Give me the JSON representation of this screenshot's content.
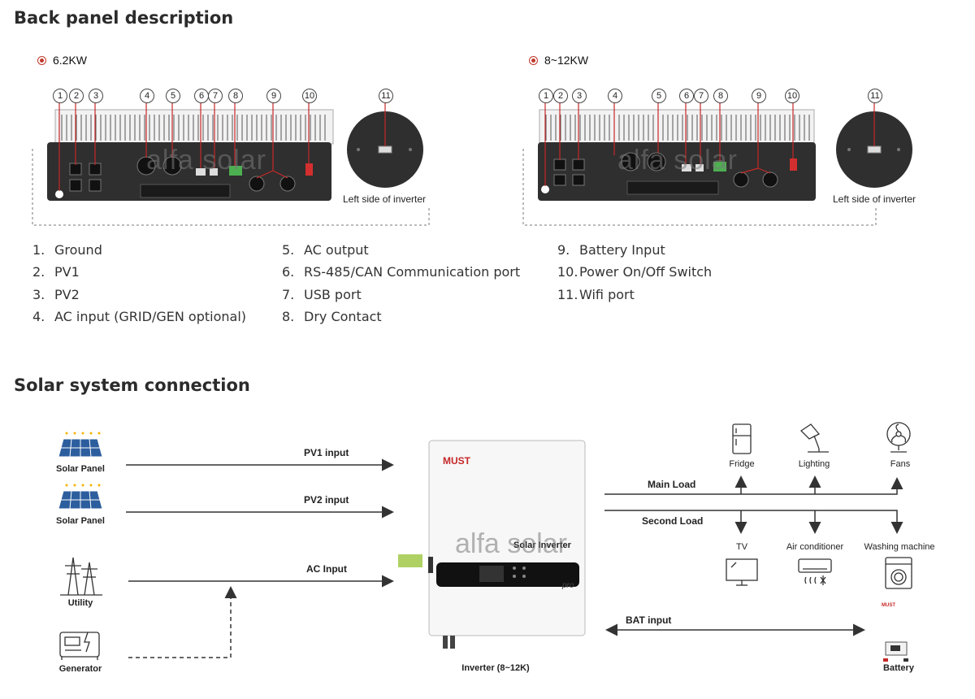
{
  "back_panel": {
    "title": "Back panel description",
    "models": [
      {
        "name": "6.2KW",
        "left_side_label": "Left side of inverter"
      },
      {
        "name": "8~12KW",
        "left_side_label": "Left side of inverter"
      }
    ],
    "callouts": [
      "1",
      "2",
      "3",
      "4",
      "5",
      "6",
      "7",
      "8",
      "9",
      "10",
      "11"
    ],
    "watermark": "alfa solar",
    "descriptions": [
      {
        "num": "1.",
        "label": "Ground"
      },
      {
        "num": "2.",
        "label": "PV1"
      },
      {
        "num": "3.",
        "label": "PV2"
      },
      {
        "num": "4.",
        "label": "AC input (GRID/GEN optional)"
      },
      {
        "num": "5.",
        "label": "AC output"
      },
      {
        "num": "6.",
        "label": "RS-485/CAN Communication port"
      },
      {
        "num": "7.",
        "label": "USB port"
      },
      {
        "num": "8.",
        "label": "Dry Contact"
      },
      {
        "num": "9.",
        "label": "Battery Input"
      },
      {
        "num": "10.",
        "label": "Power On/Off Switch"
      },
      {
        "num": "11.",
        "label": "Wifi port"
      }
    ]
  },
  "connection": {
    "title": "Solar system connection",
    "sources": {
      "solar_panel_1": "Solar Panel",
      "solar_panel_2": "Solar Panel",
      "utility": "Utility",
      "generator": "Generator"
    },
    "inputs": {
      "pv1": "PV1 input",
      "pv2": "PV2 input",
      "ac": "AC Input",
      "bat": "BAT input"
    },
    "inverter": {
      "label": "Inverter (8~12K)",
      "brand": "MUST",
      "product": "Solar Inverter",
      "badge": "pro"
    },
    "loads": {
      "main": "Main Load",
      "second": "Second Load",
      "fridge": "Fridge",
      "lighting": "Lighting",
      "fans": "Fans",
      "tv": "TV",
      "air_conditioner": "Air conditioner",
      "washing_machine": "Washing machine"
    },
    "battery": {
      "label": "Battery",
      "brand": "MUST"
    },
    "watermark": "alfa solar"
  }
}
